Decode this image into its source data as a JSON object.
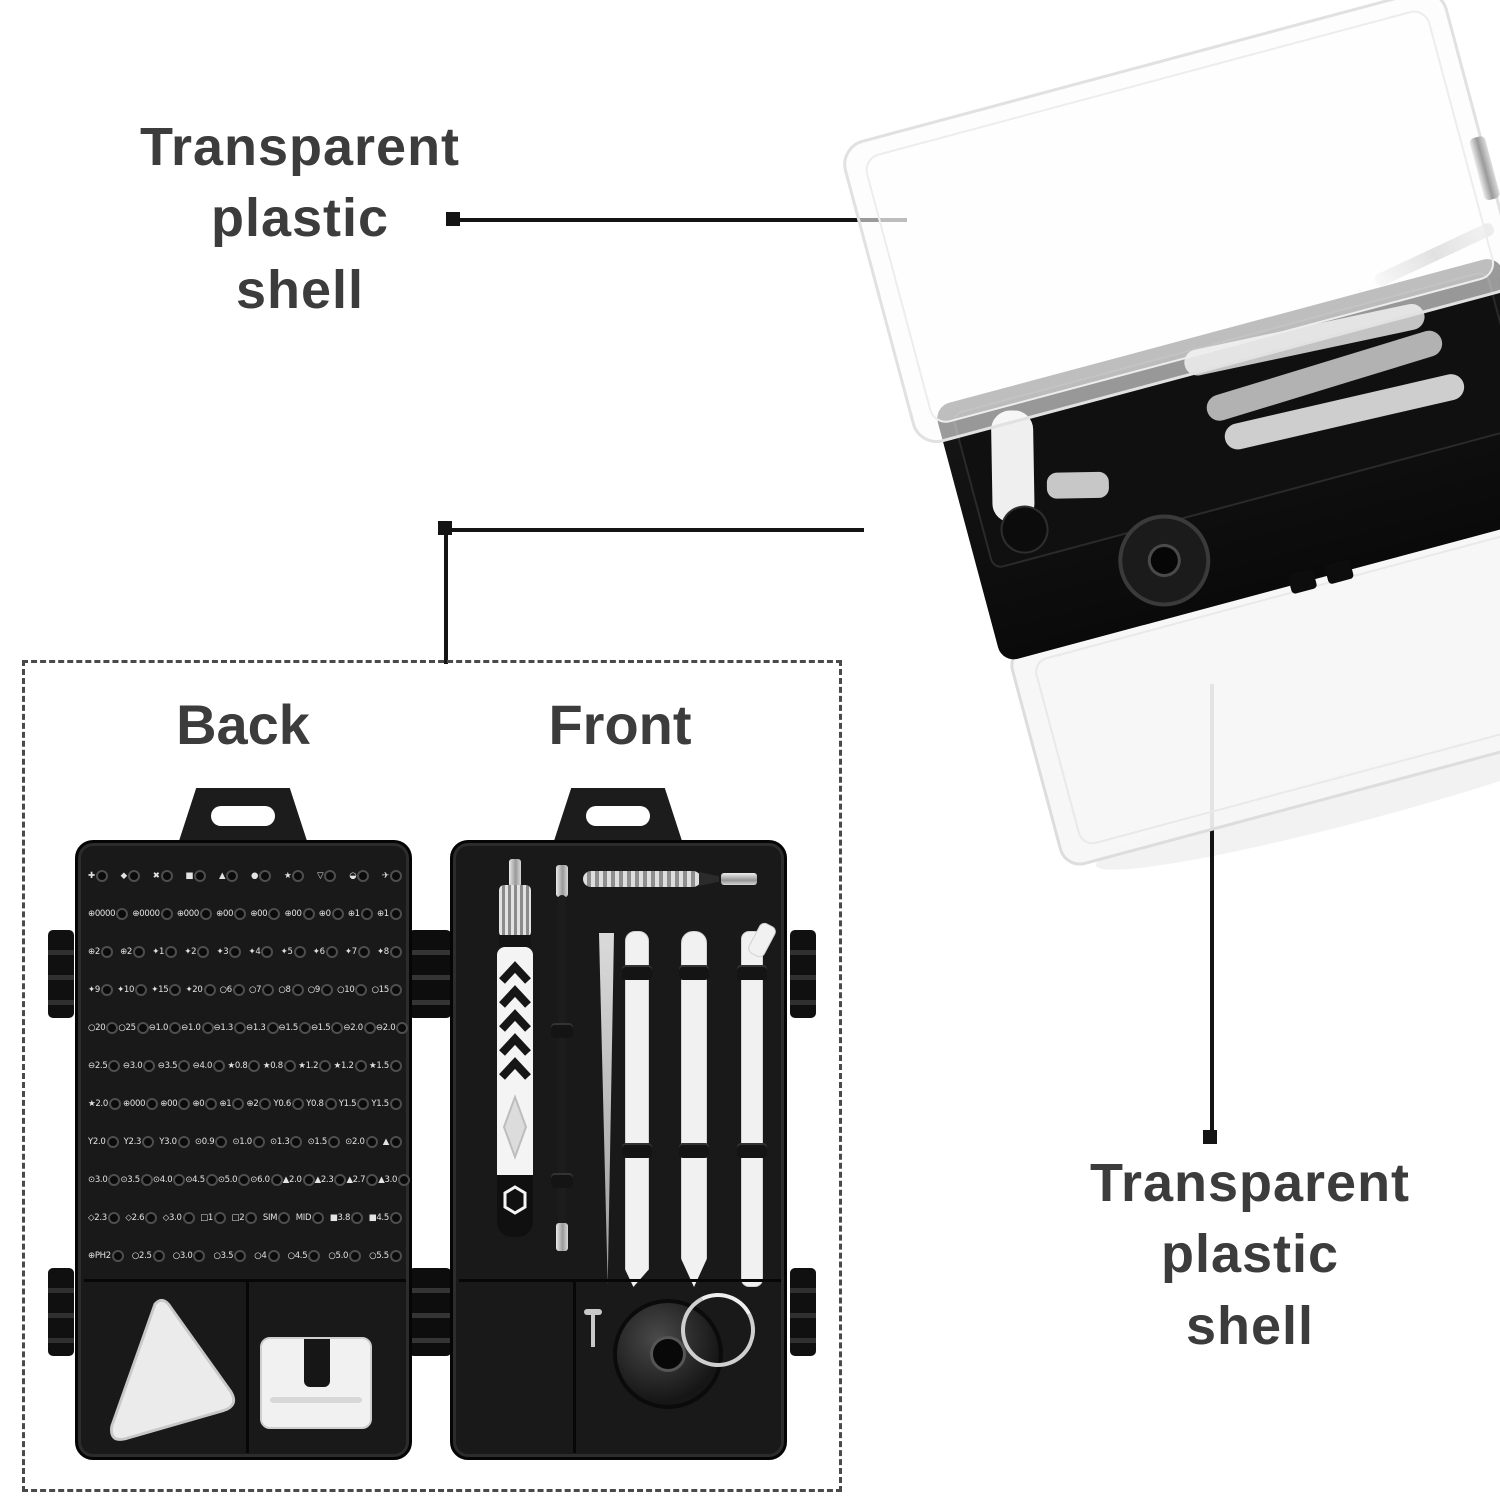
{
  "colors": {
    "text": "#3c3c3c",
    "connector": "#141414",
    "case_black": "#191919",
    "tool_white": "#f1f1f1",
    "silver": "#c9c9c9"
  },
  "annotations": {
    "top_left": {
      "lines": [
        "Transparent",
        "plastic",
        "shell"
      ]
    },
    "bottom_right": {
      "lines": [
        "Transparent",
        "plastic",
        "shell"
      ]
    }
  },
  "panels": {
    "back_label": "Back",
    "front_label": "Front"
  },
  "back_panel": {
    "rows": [
      [
        "✚",
        "◆",
        "✖",
        "■",
        "▲",
        "●",
        "★",
        "▽",
        "◒",
        "✈"
      ],
      [
        "⊕0000",
        "⊕0000",
        "⊕000",
        "⊕00",
        "⊕00",
        "⊕00",
        "⊕0",
        "⊕1",
        "⊕1"
      ],
      [
        "⊕2",
        "⊕2",
        "✦1",
        "✦2",
        "✦3",
        "✦4",
        "✦5",
        "✦6",
        "✦7",
        "✦8"
      ],
      [
        "✦9",
        "✦10",
        "✦15",
        "✦20",
        "○6",
        "○7",
        "○8",
        "○9",
        "○10",
        "○15"
      ],
      [
        "○20",
        "○25",
        "⊖1.0",
        "⊖1.0",
        "⊖1.3",
        "⊖1.3",
        "⊖1.5",
        "⊖1.5",
        "⊖2.0",
        "⊖2.0"
      ],
      [
        "⊖2.5",
        "⊖3.0",
        "⊖3.5",
        "⊖4.0",
        "★0.8",
        "★0.8",
        "★1.2",
        "★1.2",
        "★1.5"
      ],
      [
        "★2.0",
        "⊕000",
        "⊕00",
        "⊕0",
        "⊕1",
        "⊕2",
        "Y0.6",
        "Y0.8",
        "Y1.5",
        "Y1.5"
      ],
      [
        "Y2.0",
        "Y2.3",
        "Y3.0",
        "⊙0.9",
        "⊙1.0",
        "⊙1.3",
        "⊙1.5",
        "⊙2.0",
        "▲"
      ],
      [
        "⊙3.0",
        "⊙3.5",
        "⊙4.0",
        "⊙4.5",
        "⊙5.0",
        "⊙6.0",
        "▲2.0",
        "▲2.3",
        "▲2.7",
        "▲3.0"
      ],
      [
        "◇2.3",
        "◇2.6",
        "◇3.0",
        "□1",
        "□2",
        "SIM",
        "MID",
        "■3.8",
        "■4.5"
      ],
      [
        "⊕PH2",
        "○2.5",
        "○3.0",
        "○3.5",
        "○4",
        "○4.5",
        "○5.0",
        "○5.5"
      ]
    ]
  }
}
